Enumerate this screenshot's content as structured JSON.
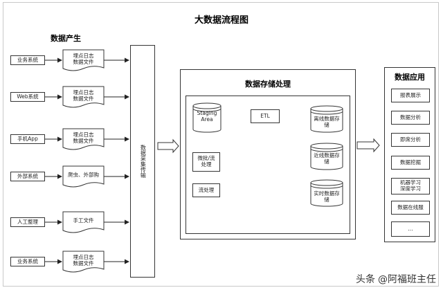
{
  "title": "大数据流程图",
  "sections": {
    "production": "数据产生",
    "storage": "数据存储处理",
    "application": "数据应用"
  },
  "sources": [
    {
      "label": "业务系统",
      "file": [
        "埋点日志",
        "数据文件"
      ]
    },
    {
      "label": "Web系统",
      "file": [
        "埋点日志",
        "数据文件"
      ]
    },
    {
      "label": "手机App",
      "file": [
        "埋点日志",
        "数据文件"
      ]
    },
    {
      "label": "外部系统",
      "file": [
        "爬虫、外部购"
      ]
    },
    {
      "label": "人工整理",
      "file": [
        "手工文件"
      ]
    },
    {
      "label": "业务系统",
      "file": [
        "埋点日志",
        "数据文件"
      ]
    }
  ],
  "collector": "数据采集传输",
  "storage": {
    "staging": [
      "Staging",
      "Area"
    ],
    "etl": "ETL",
    "batch_stream": [
      "微批/流",
      "处理"
    ],
    "stream": "流处理",
    "dbs": [
      [
        "离线数据存",
        "储"
      ],
      [
        "近线数据存",
        "储"
      ],
      [
        "实时数据存",
        "储"
      ]
    ]
  },
  "applications": [
    [
      "报表展示"
    ],
    [
      "数据分析"
    ],
    [
      "即席分析"
    ],
    [
      "数据挖掘"
    ],
    [
      "机器学习",
      "深度学习"
    ],
    [
      "数据在线服"
    ],
    [
      "..."
    ]
  ],
  "watermark": {
    "prefix": "头条",
    "handle": "@阿福班主任"
  }
}
